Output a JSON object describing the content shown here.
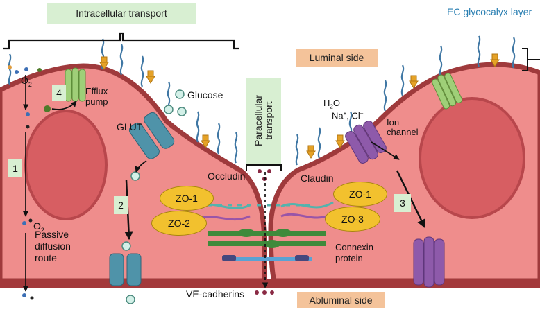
{
  "header": {
    "intracellular_transport": "Intracellular transport",
    "glycocalyx": "EC glycocalyx layer",
    "luminal_side": "Luminal side",
    "abluminal_side": "Abluminal side",
    "paracellular_transport": "Paracellular\ntransport"
  },
  "labels": {
    "o2_top": "O",
    "o2_top_sub": "2",
    "o2_mid": "O",
    "o2_mid_sub": "2",
    "efflux_pump": "Efflux\npump",
    "glucose": "Glucose",
    "glut": "GLUT",
    "passive_route": "Passive\ndiffusion\nroute",
    "occludin": "Occludin",
    "claudin": "Claudin",
    "ion_channel": "Ion\nchannel",
    "connexin": "Connexin\nprotein",
    "ve_cadherins": "VE-cadherins",
    "h2o": "H",
    "h2o_sub": "2",
    "h2o_end": "O",
    "ions_na": "Na",
    "ions_na_sup": "+",
    "ions_cl": ", Cl",
    "ions_cl_sup": "–"
  },
  "zo": {
    "zo1_left": "ZO-1",
    "zo2_left": "ZO-2",
    "zo1_right": "ZO-1",
    "zo3_right": "ZO-3"
  },
  "routes": {
    "r1": "1",
    "r2": "2",
    "r3": "3",
    "r4": "4"
  },
  "colors": {
    "cell_fill": "#ef8d8c",
    "cell_border": "#9f3a3c",
    "nucleus": "#d75e62",
    "label_box_green": "#d8efd2",
    "label_box_orange": "#f4c39a",
    "zo_yellow": "#f2c12e",
    "glycocalyx_blue": "#3f77a4",
    "transporter_teal": "#4f93a9",
    "ion_channel_purple": "#8e5aaa",
    "efflux_green": "#9fcf78",
    "receptor_orange": "#e5a227"
  }
}
